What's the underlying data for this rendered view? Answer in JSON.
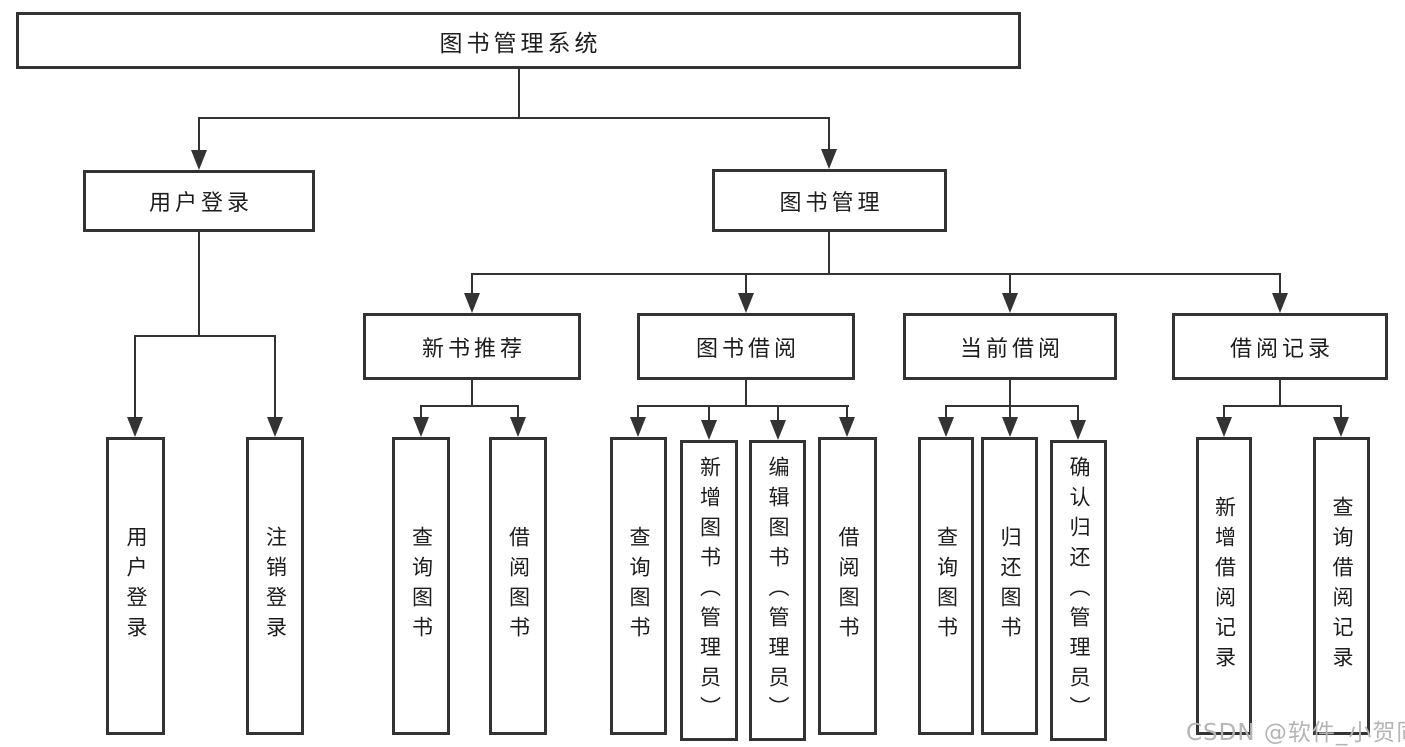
{
  "tree": {
    "label": "图书管理系统",
    "children": [
      {
        "label": "用户登录",
        "children": [
          {
            "label": "用户登录"
          },
          {
            "label": "注销登录"
          }
        ]
      },
      {
        "label": "图书管理",
        "children": [
          {
            "label": "新书推荐",
            "children": [
              {
                "label": "查询图书"
              },
              {
                "label": "借阅图书"
              }
            ]
          },
          {
            "label": "图书借阅",
            "children": [
              {
                "label": "查询图书"
              },
              {
                "label": "新增图书（管理员）"
              },
              {
                "label": "编辑图书（管理员）"
              },
              {
                "label": "借阅图书"
              }
            ]
          },
          {
            "label": "当前借阅",
            "children": [
              {
                "label": "查询图书"
              },
              {
                "label": "归还图书"
              },
              {
                "label": "确认归还（管理员）"
              }
            ]
          },
          {
            "label": "借阅记录",
            "children": [
              {
                "label": "新增借阅记录"
              },
              {
                "label": "查询借阅记录"
              }
            ]
          }
        ]
      }
    ]
  },
  "watermark": {
    "text": "CSDN @软件_小贺同学"
  },
  "colors": {
    "line": "#333333",
    "text": "#1d1d1d",
    "background": "#ffffff",
    "watermark": "#b5b5b5"
  }
}
